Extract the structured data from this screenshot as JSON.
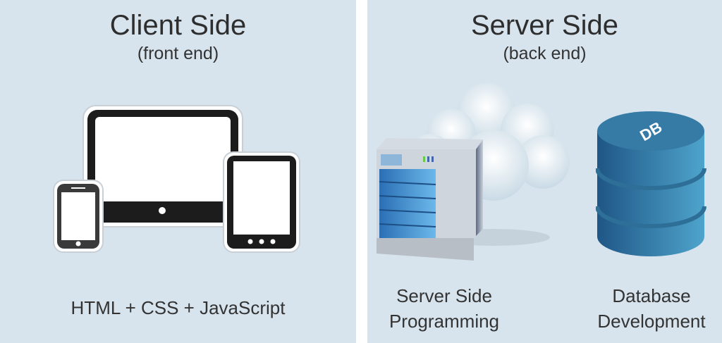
{
  "client": {
    "title": "Client Side",
    "subtitle": "(front end)",
    "technologies": "HTML + CSS + JavaScript"
  },
  "server": {
    "title": "Server Side",
    "subtitle": "(back end)",
    "programming_label_line1": "Server Side",
    "programming_label_line2": "Programming",
    "database_label_line1": "Database",
    "database_label_line2": "Development",
    "db_icon_text": "DB"
  },
  "colors": {
    "panel_bg": "#d7e4ed",
    "db_blue": "#2f6f9c",
    "server_blue": "#3b8fd0"
  }
}
